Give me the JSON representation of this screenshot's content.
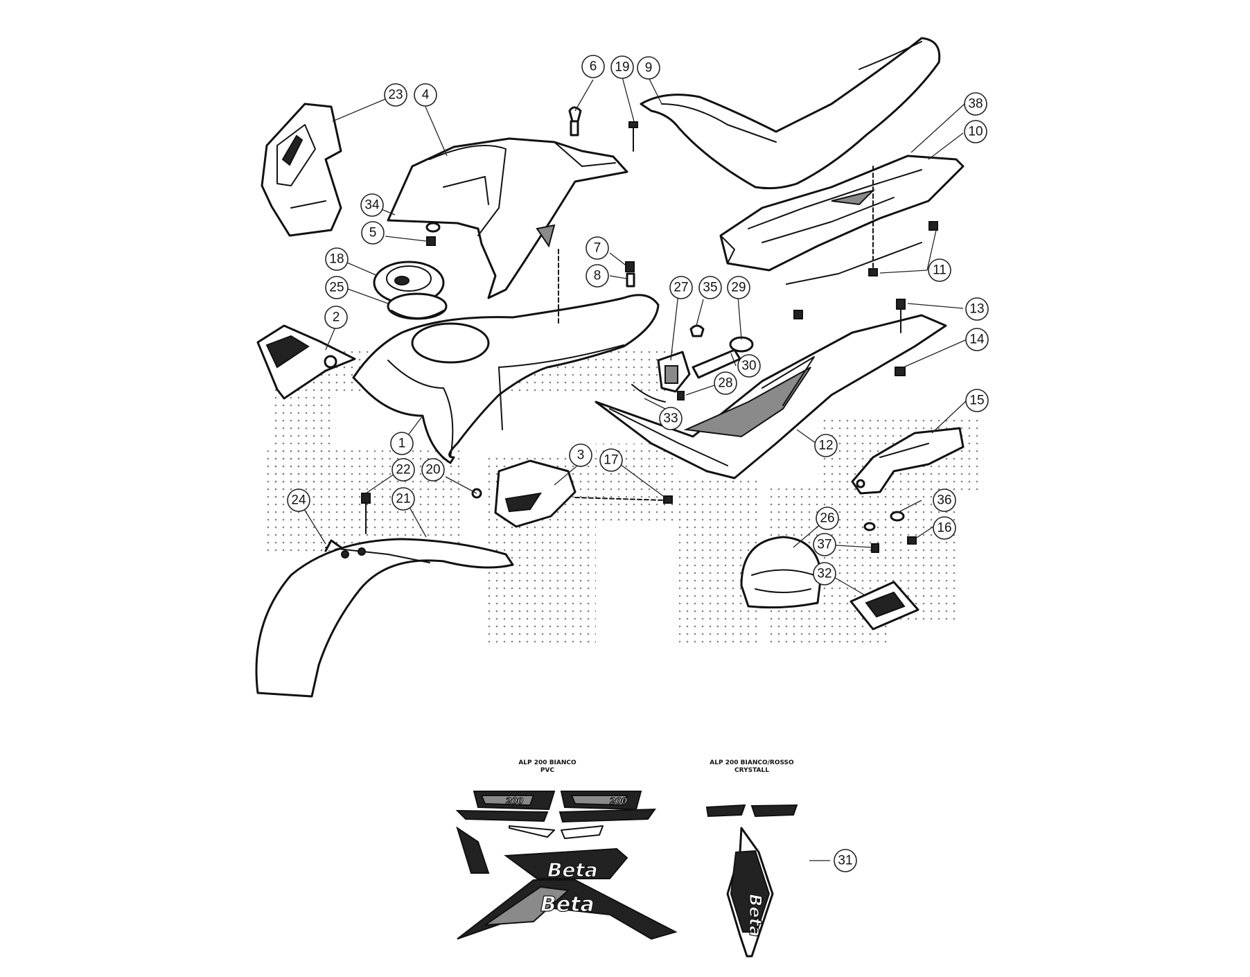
{
  "callouts": [
    "1",
    "2",
    "3",
    "4",
    "5",
    "6",
    "7",
    "8",
    "9",
    "10",
    "11",
    "12",
    "13",
    "14",
    "15",
    "16",
    "17",
    "18",
    "19",
    "20",
    "21",
    "22",
    "23",
    "24",
    "25",
    "26",
    "27",
    "28",
    "29",
    "30",
    "31",
    "32",
    "33",
    "34",
    "35",
    "36",
    "37",
    "38"
  ],
  "decal_sets": {
    "pvc": {
      "line1": "ALP 200 BIANCO",
      "line2": "PVC"
    },
    "crystall": {
      "line1": "ALP 200 BIANCO/ROSSO",
      "line2": "CRYSTALL"
    }
  },
  "brand_text": "Beta",
  "model_text": "200",
  "colors": {
    "line": "#111111",
    "background": "#ffffff",
    "decal_dark": "#222222",
    "decal_grey": "#8a8a8a"
  }
}
